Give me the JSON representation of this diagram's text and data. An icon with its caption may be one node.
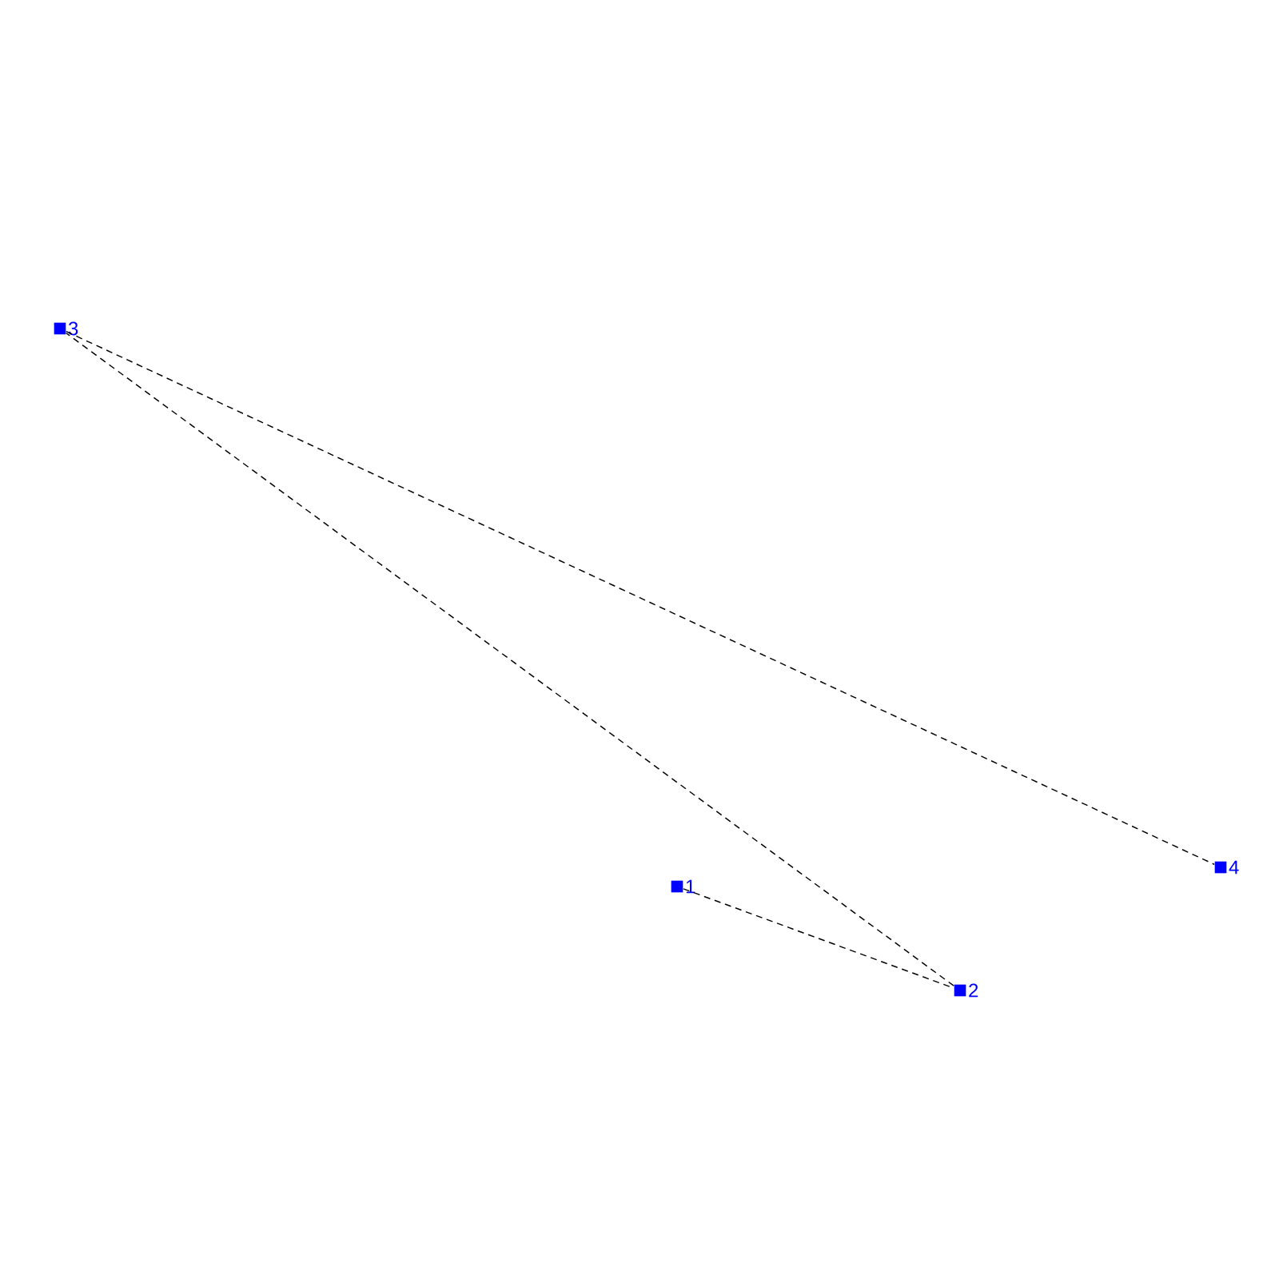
{
  "diagram": {
    "nodes": [
      {
        "text": [],
        "shape": "box",
        "beside": [
          "3"
        ]
      },
      {
        "text": [],
        "shape": "box",
        "beside": [
          "4"
        ]
      },
      {
        "text": [],
        "shape": "box",
        "beside": [
          "1"
        ]
      },
      {
        "text": [],
        "shape": "box",
        "beside": [
          "2"
        ]
      }
    ],
    "edges": [
      {
        "from": 2,
        "to": 3,
        "arrow": "none",
        "style": "dashed"
      },
      {
        "from": 3,
        "to": 0,
        "arrow": "none",
        "style": "dashed"
      },
      {
        "from": 0,
        "to": 1,
        "arrow": "none",
        "style": "dashed"
      }
    ]
  }
}
